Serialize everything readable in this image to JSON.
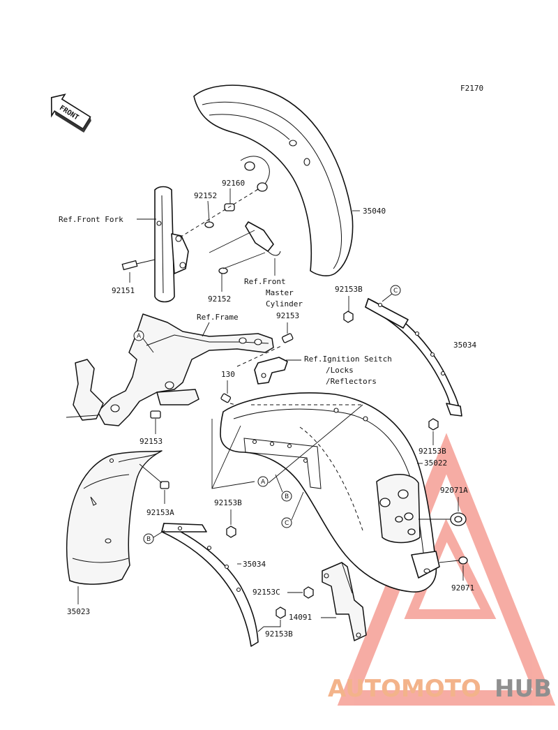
{
  "figure_code": "F2170",
  "direction_tag": "FRONT",
  "parts": {
    "front_fender": "35040",
    "cover_upper": "35034",
    "cover_lower": "35034",
    "rear_fender": "35022",
    "inner_fender": "35023",
    "bracket": "14091",
    "grommet_large": "92071A",
    "grommet_small": "92071"
  },
  "hardware": {
    "collar": "92160",
    "washer_top": "92152",
    "washer_bottom": "92152",
    "bolt_fork": "92151",
    "bolt_frame": "92153",
    "bolt_bracket": "92153",
    "bolt_fender": "130",
    "bolt_a": "92153A",
    "bolt_b_upper": "92153B",
    "bolt_b_mid": "92153B",
    "bolt_b_lower": "92153B",
    "bolt_c": "92153C",
    "bolt_cover_top": "92153B"
  },
  "references": {
    "front_fork": "Ref.Front Fork",
    "frame": "Ref.Frame",
    "master_cyl_1": "Ref.Front",
    "master_cyl_2": "Master",
    "master_cyl_3": "Cylinder",
    "ignition_1": "Ref.Ignition Seitch",
    "ignition_2": "/Locks",
    "ignition_3": "/Reflectors"
  },
  "callouts": {
    "a": "A",
    "b": "B",
    "c": "C"
  },
  "watermark": {
    "part1": "AUTOMOTO",
    "part2": "HUB",
    "color1": "#f3b38a",
    "color2": "#8f8f8f",
    "triangle_color": "#f06a5a"
  }
}
